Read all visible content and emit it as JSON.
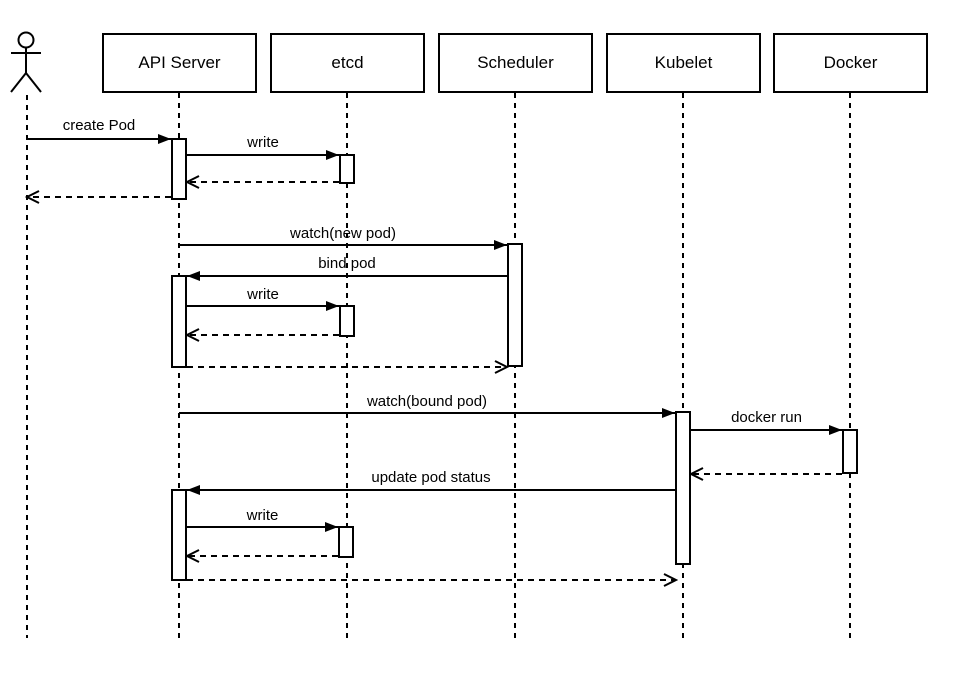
{
  "diagram": {
    "type": "uml-sequence",
    "colors": {
      "line": "#000000",
      "background": "#ffffff",
      "shape_fill": "#ffffff"
    },
    "actor": {
      "kind": "stick-figure",
      "label": ""
    },
    "participants": [
      {
        "id": "api-server",
        "label": "API Server"
      },
      {
        "id": "etcd",
        "label": "etcd"
      },
      {
        "id": "scheduler",
        "label": "Scheduler"
      },
      {
        "id": "kubelet",
        "label": "Kubelet"
      },
      {
        "id": "docker",
        "label": "Docker"
      }
    ],
    "messages": [
      {
        "from": "actor",
        "to": "api-server",
        "label": "create Pod",
        "line": "solid",
        "arrowhead": "filled"
      },
      {
        "from": "api-server",
        "to": "etcd",
        "label": "write",
        "line": "solid",
        "arrowhead": "filled"
      },
      {
        "from": "etcd",
        "to": "api-server",
        "label": "",
        "line": "dashed",
        "arrowhead": "open"
      },
      {
        "from": "api-server",
        "to": "actor",
        "label": "",
        "line": "dashed",
        "arrowhead": "open"
      },
      {
        "from": "api-server",
        "to": "scheduler",
        "label": "watch(new pod)",
        "line": "solid",
        "arrowhead": "filled"
      },
      {
        "from": "scheduler",
        "to": "api-server",
        "label": "bind pod",
        "line": "solid",
        "arrowhead": "filled"
      },
      {
        "from": "api-server",
        "to": "etcd",
        "label": "write",
        "line": "solid",
        "arrowhead": "filled"
      },
      {
        "from": "etcd",
        "to": "api-server",
        "label": "",
        "line": "dashed",
        "arrowhead": "open"
      },
      {
        "from": "api-server",
        "to": "scheduler",
        "label": "",
        "line": "dashed",
        "arrowhead": "open"
      },
      {
        "from": "api-server",
        "to": "kubelet",
        "label": "watch(bound pod)",
        "line": "solid",
        "arrowhead": "filled"
      },
      {
        "from": "kubelet",
        "to": "docker",
        "label": "docker run",
        "line": "solid",
        "arrowhead": "filled"
      },
      {
        "from": "docker",
        "to": "kubelet",
        "label": "",
        "line": "dashed",
        "arrowhead": "open"
      },
      {
        "from": "kubelet",
        "to": "api-server",
        "label": "update pod status",
        "line": "solid",
        "arrowhead": "filled"
      },
      {
        "from": "api-server",
        "to": "etcd",
        "label": "write",
        "line": "solid",
        "arrowhead": "filled"
      },
      {
        "from": "etcd",
        "to": "api-server",
        "label": "",
        "line": "dashed",
        "arrowhead": "open"
      },
      {
        "from": "api-server",
        "to": "kubelet",
        "label": "",
        "line": "dashed",
        "arrowhead": "open"
      }
    ]
  }
}
